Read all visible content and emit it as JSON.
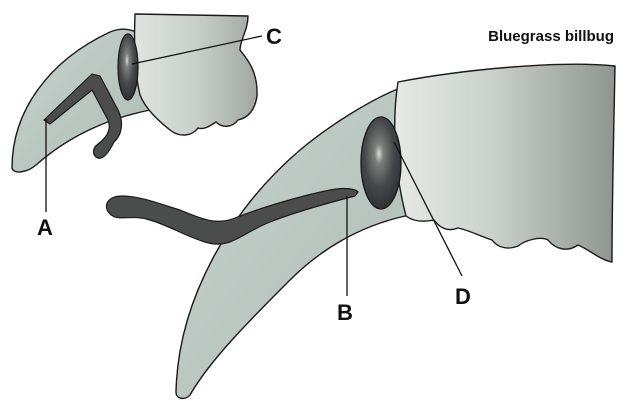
{
  "title": "Bluegrass billbug",
  "labels": {
    "a": "A",
    "b": "B",
    "c": "C",
    "d": "D"
  },
  "colors": {
    "snout": "#b8c6c0",
    "head_light": "#e2e7e4",
    "head_dark": "#9ea39f",
    "antenna": "#4b4d4d",
    "eye": "#3e4242"
  }
}
